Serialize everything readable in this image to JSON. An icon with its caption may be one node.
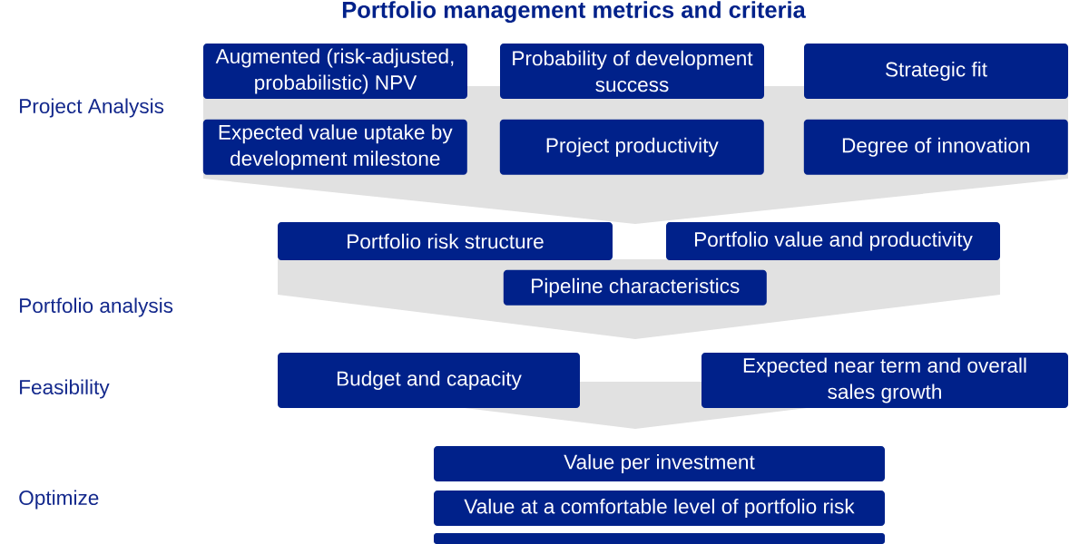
{
  "diagram": {
    "title": "Portfolio management metrics and criteria",
    "nodes": [
      {
        "text": [
          "Augmented (risk-adjusted, probabilistic) NPV"
        ]
      },
      {
        "text": [
          "Probability of development success"
        ]
      },
      {
        "text": [
          "Strategic fit"
        ]
      },
      {
        "text": [],
        "shape": "band"
      },
      {
        "text": [
          "Expected value uptake by development milestone"
        ],
        "in": 3
      },
      {
        "text": [
          "Project productivity"
        ],
        "in": 3
      },
      {
        "text": [
          "Degree of innovation"
        ],
        "in": 3
      },
      {
        "text": [
          "Portfolio risk structure"
        ]
      },
      {
        "text": [
          "Portfolio value and productivity"
        ]
      },
      {
        "text": [],
        "shape": "band"
      },
      {
        "text": [
          "Pipeline characteristics"
        ],
        "in": 9
      },
      {
        "text": [
          "Budget and capacity"
        ]
      },
      {
        "text": [
          "Expected near term and overall sales growth"
        ]
      },
      {
        "text": [],
        "shape": "band"
      },
      {
        "text": [
          "Value per investment"
        ]
      },
      {
        "text": [
          "Value at a comfortable level of portfolio risk"
        ]
      },
      {
        "text": [],
        "shape": "box"
      }
    ],
    "labels": [
      "Project Analysis",
      "Portfolio analysis",
      "Feasibility",
      "Optimize"
    ]
  }
}
